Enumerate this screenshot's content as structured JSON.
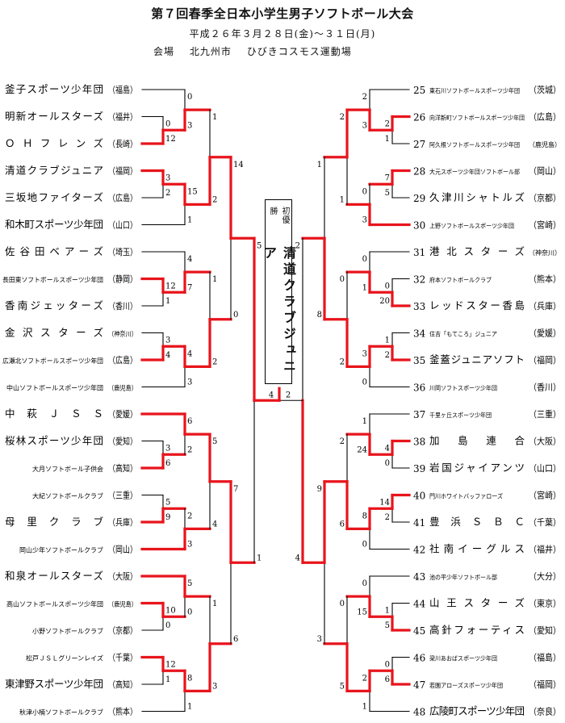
{
  "header": {
    "title": "第７回春季全日本小学生男子ソフトボール大会",
    "date": "平成２６年３月２８日(金)～３１日(月)",
    "venue_label": "会場",
    "venue_city": "北九州市",
    "venue_place": "ひびきコスモス運動場"
  },
  "champion": {
    "label": "初優勝",
    "name": "清道クラブジュニア"
  },
  "colors": {
    "winner_line": "#e8141c",
    "line": "#000000"
  },
  "final": {
    "scores": [
      4,
      2
    ]
  },
  "left": {
    "teams": [
      {
        "name": "釜子スポーツ少年団",
        "pref": "（福島）"
      },
      {
        "name": "明新オールスターズ",
        "pref": "（福井）"
      },
      {
        "name": "ＯＨフレンズ",
        "pref": "（長崎）"
      },
      {
        "name": "清道クラブジュニア",
        "pref": "（福岡）"
      },
      {
        "name": "三坂地ファイターズ",
        "pref": "（広島）"
      },
      {
        "name": "和木町スポーツ少年団",
        "pref": "（山口）"
      },
      {
        "name": "佐谷田ベアーズ",
        "pref": "（埼玉）"
      },
      {
        "name": "長田東ソフトボールスポーツ少年団",
        "pref": "（静岡）"
      },
      {
        "name": "香南ジェッターズ",
        "pref": "（香川）"
      },
      {
        "name": "金沢スターズ",
        "pref": "（神奈川）"
      },
      {
        "name": "広瀬北ソフトボールスポーツ少年団",
        "pref": "（広島）"
      },
      {
        "name": "中山ソフトボールスポーツ少年団",
        "pref": "（鹿児島）"
      },
      {
        "name": "中萩ＪＳＳ",
        "pref": "（愛媛）"
      },
      {
        "name": "桜林スポーツ少年団",
        "pref": "（愛知）"
      },
      {
        "name": "大月ソフトボール子供会",
        "pref": "（高知）"
      },
      {
        "name": "大紀ソフトボールクラブ",
        "pref": "（三重）"
      },
      {
        "name": "母里クラブ",
        "pref": "（兵庫）"
      },
      {
        "name": "岡山少年ソフトボールクラブ",
        "pref": "（岡山）"
      },
      {
        "name": "和泉オールスターズ",
        "pref": "（大阪）"
      },
      {
        "name": "高山ソフトボールスポーツ少年団",
        "pref": "（鹿児島）"
      },
      {
        "name": "小野ソフトボールクラブ",
        "pref": "（京都）"
      },
      {
        "name": "松戸ＪＳＬグリーンレイズ",
        "pref": "（千葉）"
      },
      {
        "name": "東津野スポーツ少年団",
        "pref": "（高知）"
      },
      {
        "name": "秋津小楠ソフトボールクラブ",
        "pref": "（熊本）"
      }
    ],
    "groups": [
      {
        "scores": {
          "bc": [
            0,
            12
          ],
          "a_bc": [
            0,
            3
          ],
          "de": [
            3,
            2
          ],
          "de_f": [
            15,
            1
          ],
          "group": [
            1,
            2
          ]
        }
      },
      {
        "scores": {
          "bc": [
            12,
            1
          ],
          "a_bc": [
            4,
            7
          ],
          "de": [
            3,
            4
          ],
          "de_f": [
            4,
            3
          ],
          "group": [
            1,
            2
          ]
        }
      },
      {
        "scores": {
          "bc": [
            3,
            6
          ],
          "a_bc": [
            6,
            2
          ],
          "de": [
            5,
            9
          ],
          "de_f": [
            2,
            3
          ],
          "group": [
            5,
            4
          ]
        }
      },
      {
        "scores": {
          "bc": [
            10,
            0
          ],
          "a_bc": [
            5,
            0
          ],
          "de": [
            12,
            1
          ],
          "de_f": [
            8,
            1
          ],
          "group": [
            1,
            3
          ]
        }
      }
    ],
    "quarter": [
      [
        14,
        0
      ],
      [
        7,
        6
      ]
    ],
    "semi": [
      5,
      1
    ]
  },
  "right": {
    "teams": [
      {
        "num": "25",
        "name": "東石川ソフトボールスポーツ少年団",
        "pref": "（茨城）"
      },
      {
        "num": "26",
        "name": "向洋新町ソフトボールスポーツ少年団",
        "pref": "（広島）"
      },
      {
        "num": "27",
        "name": "阿久根ソフトボールスポーツ少年団",
        "pref": "（鹿児島）"
      },
      {
        "num": "28",
        "name": "大元スポーツ少年団ソフトボール部",
        "pref": "（岡山）"
      },
      {
        "num": "29",
        "name": "久津川シャトルズ",
        "pref": "（京都）"
      },
      {
        "num": "30",
        "name": "上野ソフトボールスポーツ少年団",
        "pref": "（宮崎）"
      },
      {
        "num": "31",
        "name": "港北スターズ",
        "pref": "（神奈川）"
      },
      {
        "num": "32",
        "name": "府本ソフトボールクラブ",
        "pref": "（熊本）"
      },
      {
        "num": "33",
        "name": "レッドスター香島",
        "pref": "（兵庫）"
      },
      {
        "num": "34",
        "name": "住吉「もてころ」ジュニア",
        "pref": "（愛媛）"
      },
      {
        "num": "35",
        "name": "釜蓋ジュニアソフト",
        "pref": "（福岡）"
      },
      {
        "num": "36",
        "name": "川岡ソフトスポーツ少年団",
        "pref": "（香川）"
      },
      {
        "num": "37",
        "name": "千里ヶ丘スポーツ少年団",
        "pref": "（三重）"
      },
      {
        "num": "38",
        "name": "加島連合",
        "pref": "（大阪）"
      },
      {
        "num": "39",
        "name": "岩国ジャイアンツ",
        "pref": "（山口）"
      },
      {
        "num": "40",
        "name": "門川ホワイトバッファローズ",
        "pref": "（宮崎）"
      },
      {
        "num": "41",
        "name": "豊浜ＳＢＣ",
        "pref": "（千葉）"
      },
      {
        "num": "42",
        "name": "社南イーグルス",
        "pref": "（福井）"
      },
      {
        "num": "43",
        "name": "池の平少年ソフトボール部",
        "pref": "（大分）"
      },
      {
        "num": "44",
        "name": "山王スターズ",
        "pref": "（東京）"
      },
      {
        "num": "45",
        "name": "高針フォーティス",
        "pref": "（愛知）"
      },
      {
        "num": "46",
        "name": "梁川あおばスポーツ少年団",
        "pref": "（福島）"
      },
      {
        "num": "47",
        "name": "若園アローズスポーツ少年団",
        "pref": "（福岡）"
      },
      {
        "num": "48",
        "name": "広陵町スポーツ少年団",
        "pref": "（奈良）"
      }
    ],
    "groups": [
      {
        "scores": {
          "bc": [
            2,
            1
          ],
          "a_bc": [
            2,
            3
          ],
          "de": [
            7,
            5
          ],
          "de_f": [
            0,
            3
          ],
          "group": [
            2,
            1
          ]
        }
      },
      {
        "scores": {
          "bc": [
            0,
            20
          ],
          "a_bc": [
            0,
            1
          ],
          "de": [
            1,
            2
          ],
          "de_f": [
            3,
            0
          ],
          "group": [
            0,
            2
          ]
        }
      },
      {
        "scores": {
          "bc": [
            4,
            0
          ],
          "a_bc": [
            1,
            24
          ],
          "de": [
            14,
            2
          ],
          "de_f": [
            8,
            0
          ],
          "group": [
            2,
            6
          ]
        }
      },
      {
        "scores": {
          "bc": [
            1,
            5
          ],
          "a_bc": [
            0,
            15
          ],
          "de": [
            0,
            6
          ],
          "de_f": [
            2,
            1
          ],
          "group": [
            0,
            5
          ]
        }
      }
    ],
    "quarter": [
      [
        1,
        8
      ],
      [
        9,
        3
      ]
    ],
    "semi": [
      2,
      4
    ]
  }
}
